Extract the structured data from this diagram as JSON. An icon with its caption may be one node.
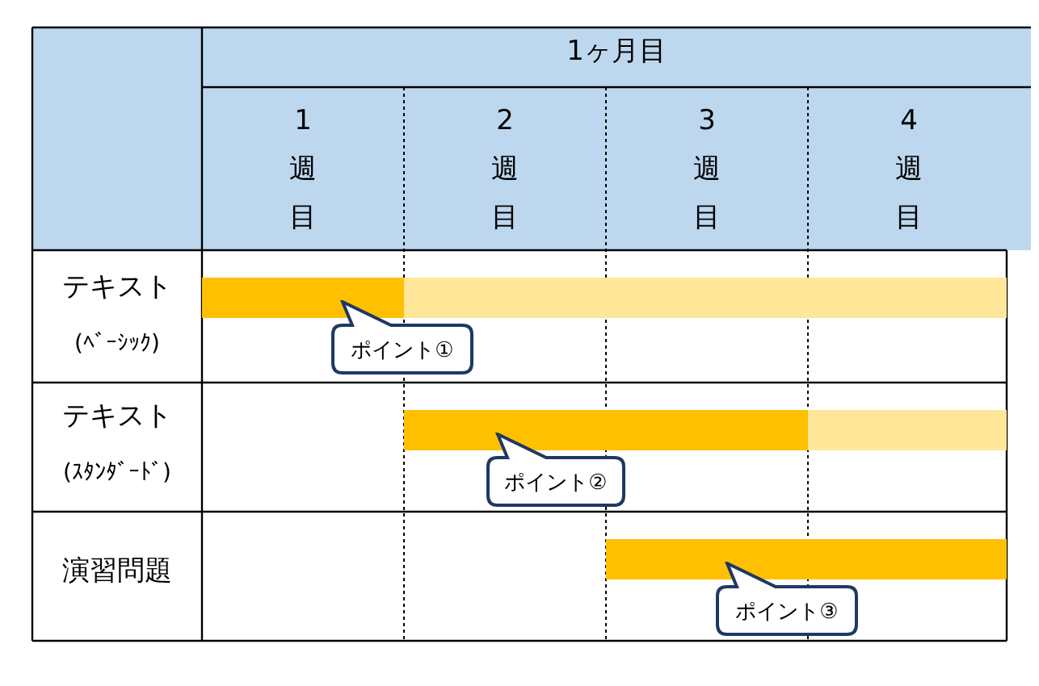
{
  "diagram": {
    "nodes": [
      {
        "text": [],
        "shape": "bar"
      },
      {
        "text": [],
        "shape": "bar"
      },
      {
        "text": [
          "ポイント①"
        ]
      },
      {
        "text": [],
        "shape": "bar"
      },
      {
        "text": [],
        "shape": "bar"
      },
      {
        "text": [
          "ポイント②"
        ]
      },
      {
        "text": [],
        "shape": "bar"
      },
      {
        "text": [
          "ポイント③"
        ]
      }
    ],
    "labels": [
      "1ヶ月目",
      "1週目",
      "2週目",
      "3週目",
      "4週目",
      "テキスト",
      "(ﾍﾞｰｼｯｸ)",
      "テキスト",
      "(ｽﾀﾝﾀﾞｰﾄﾞ)",
      "演習問題"
    ]
  }
}
